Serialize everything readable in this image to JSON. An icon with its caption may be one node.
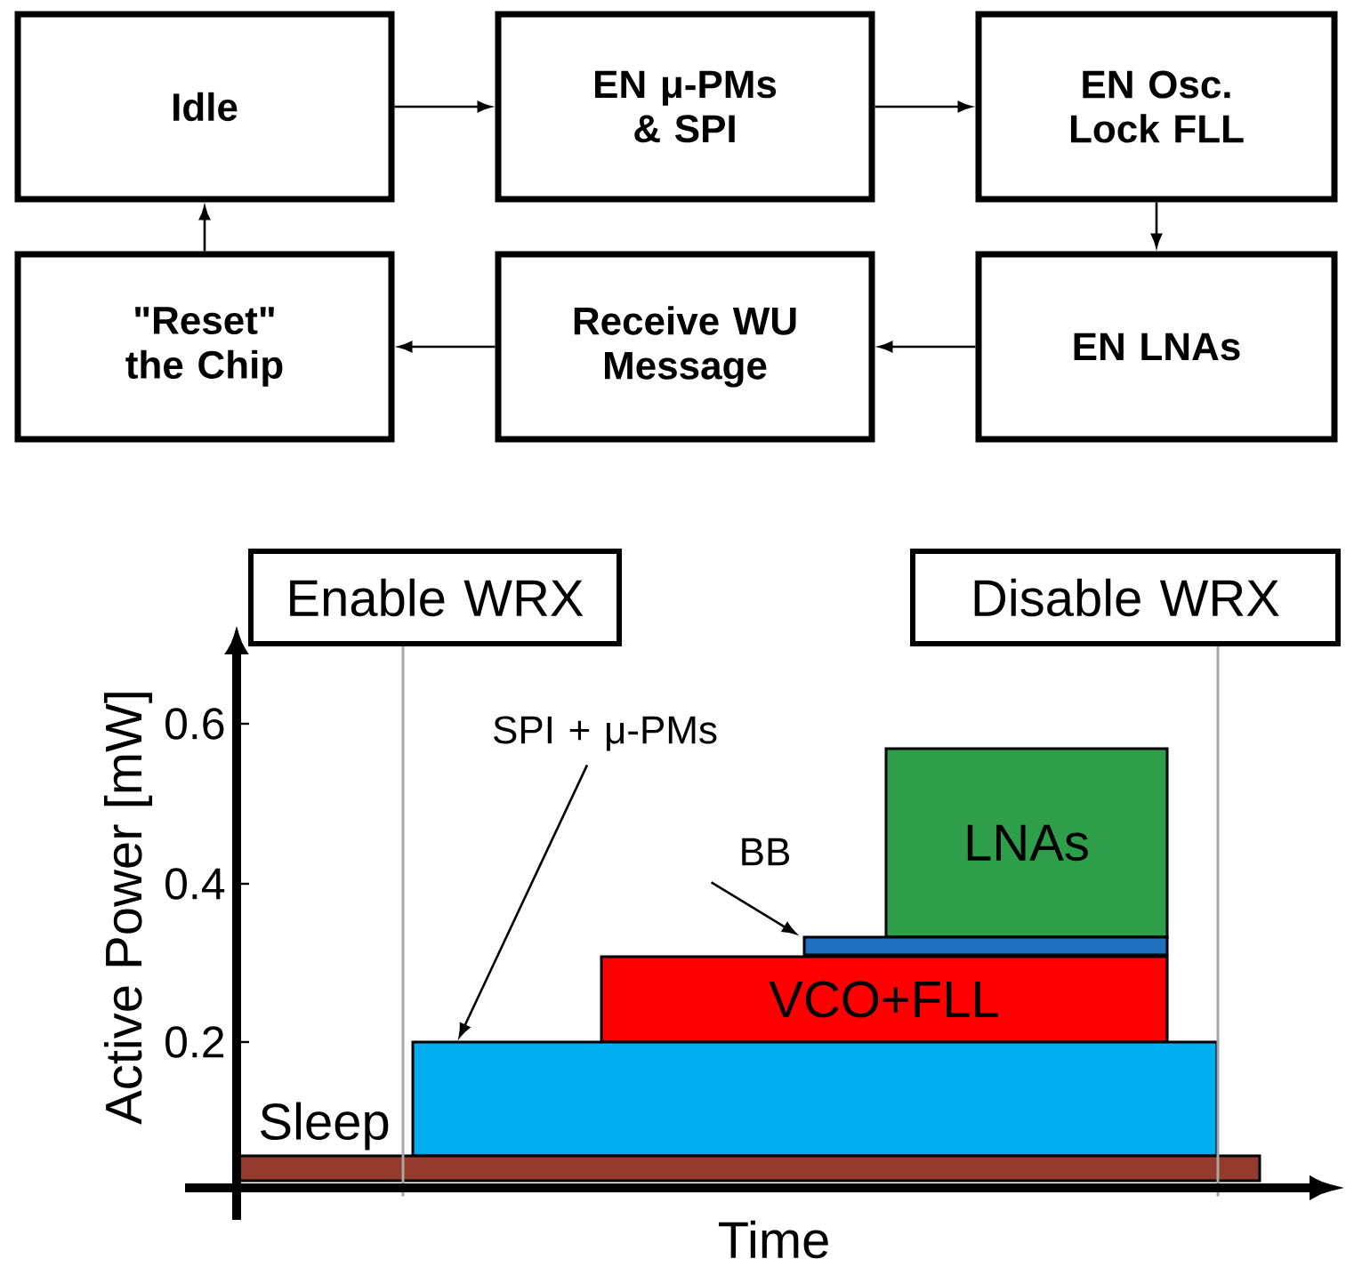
{
  "diagram": {
    "nodes": [
      {
        "text": [
          "Idle"
        ]
      },
      {
        "text": [
          "EN μ-PMs & SPI"
        ]
      },
      {
        "text": [
          "EN Osc. Lock FLL"
        ]
      },
      {
        "text": [
          "EN LNAs"
        ]
      },
      {
        "text": [
          "Receive WU Message"
        ]
      },
      {
        "text": [
          "\"Reset\" the Chip"
        ]
      },
      {
        "text": [
          "Enable WRX"
        ]
      },
      {
        "text": [
          "Disable WRX"
        ]
      },
      {
        "text": [
          "LNAs"
        ]
      },
      {
        "text": [],
        "shape": "bar"
      },
      {
        "text": [
          "VCO+FLL"
        ]
      },
      {
        "text": [],
        "shape": "bar"
      },
      {
        "text": [],
        "shape": "bar",
        "beside": [
          "Sleep"
        ]
      },
      {
        "text": [
          "BB"
        ]
      },
      {
        "text": [
          "SPI + μ-PMs"
        ]
      }
    ],
    "edges": [
      {
        "from": 0,
        "to": 1,
        "arrow": "to"
      },
      {
        "from": 1,
        "to": 2,
        "arrow": "to"
      },
      {
        "from": 2,
        "to": 3,
        "arrow": "to"
      },
      {
        "from": 3,
        "to": 4,
        "arrow": "to"
      },
      {
        "from": 4,
        "to": 5,
        "arrow": "to"
      },
      {
        "from": 5,
        "to": 0,
        "arrow": "to"
      },
      {
        "from": 13,
        "to": 9,
        "arrow": "to"
      },
      {
        "from": 14,
        "to": 11,
        "arrow": "to"
      },
      {
        "from": 6,
        "to": 12,
        "arrow": "none",
        "color": "#a6a6a6"
      },
      {
        "from": 7,
        "to": 12,
        "arrow": "none",
        "color": "#a6a6a6"
      }
    ],
    "labels": [
      "0.6",
      "0.4",
      "0.2",
      "Active Power [mW]",
      "Time"
    ]
  }
}
